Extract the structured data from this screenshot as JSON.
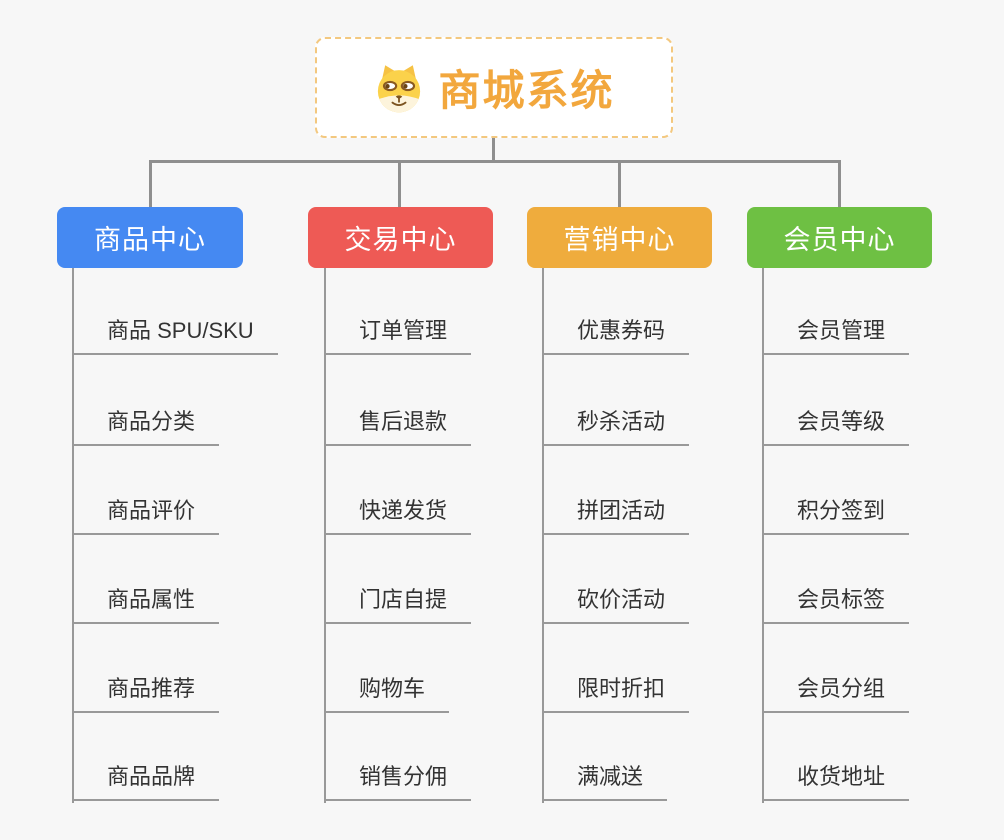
{
  "theme": {
    "bg": "#f7f7f7",
    "line_color": "#8f8f8f",
    "underline_color": "#999999",
    "item_text_color": "#333333",
    "root_text_color": "#f2a73d",
    "root_border_color": "#f3c87f",
    "node_text_color": "#ffffff"
  },
  "root": {
    "label": "商城系统",
    "icon": "doge-icon"
  },
  "branches": [
    {
      "label": "商品中心",
      "color": "#4589f2",
      "items": [
        "商品 SPU/SKU",
        "商品分类",
        "商品评价",
        "商品属性",
        "商品推荐",
        "商品品牌"
      ]
    },
    {
      "label": "交易中心",
      "color": "#ee5a55",
      "items": [
        "订单管理",
        "售后退款",
        "快递发货",
        "门店自提",
        "购物车",
        "销售分佣"
      ]
    },
    {
      "label": "营销中心",
      "color": "#efac3d",
      "items": [
        "优惠券码",
        "秒杀活动",
        "拼团活动",
        "砍价活动",
        "限时折扣",
        "满减送"
      ]
    },
    {
      "label": "会员中心",
      "color": "#6ec043",
      "items": [
        "会员管理",
        "会员等级",
        "积分签到",
        "会员标签",
        "会员分组",
        "收货地址"
      ]
    }
  ]
}
